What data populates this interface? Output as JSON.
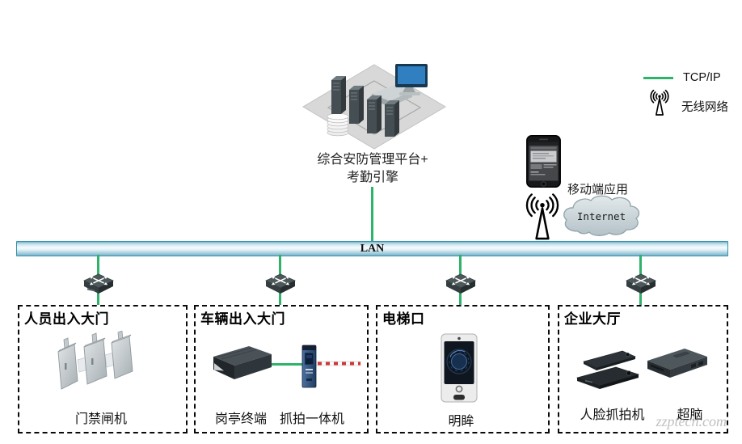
{
  "colors": {
    "tcpip_line_green": "#2fb269",
    "lan_border_teal": "#2f93ac",
    "watermark_gray": "#bfbfbf"
  },
  "platform": {
    "line1": "综合安防管理平台+",
    "line2": "考勤引擎"
  },
  "legend": {
    "tcpip_label": "TCP/IP",
    "wireless_label": "无线网络"
  },
  "mobile": {
    "app_label": "移动端应用",
    "cloud_label": "Internet"
  },
  "lan": {
    "label": "LAN"
  },
  "zones": [
    {
      "title": "人员出入大门",
      "devices": [
        {
          "label": "门禁闸机"
        }
      ]
    },
    {
      "title": "车辆出入大门",
      "devices": [
        {
          "label": "岗亭终端"
        },
        {
          "label": "抓拍一体机"
        }
      ]
    },
    {
      "title": "电梯口",
      "devices": [
        {
          "label": "明眸"
        }
      ]
    },
    {
      "title": "企业大厅",
      "devices": [
        {
          "label": "人脸抓拍机"
        },
        {
          "label": "超脑"
        }
      ]
    }
  ],
  "watermark": "zzptech.com"
}
